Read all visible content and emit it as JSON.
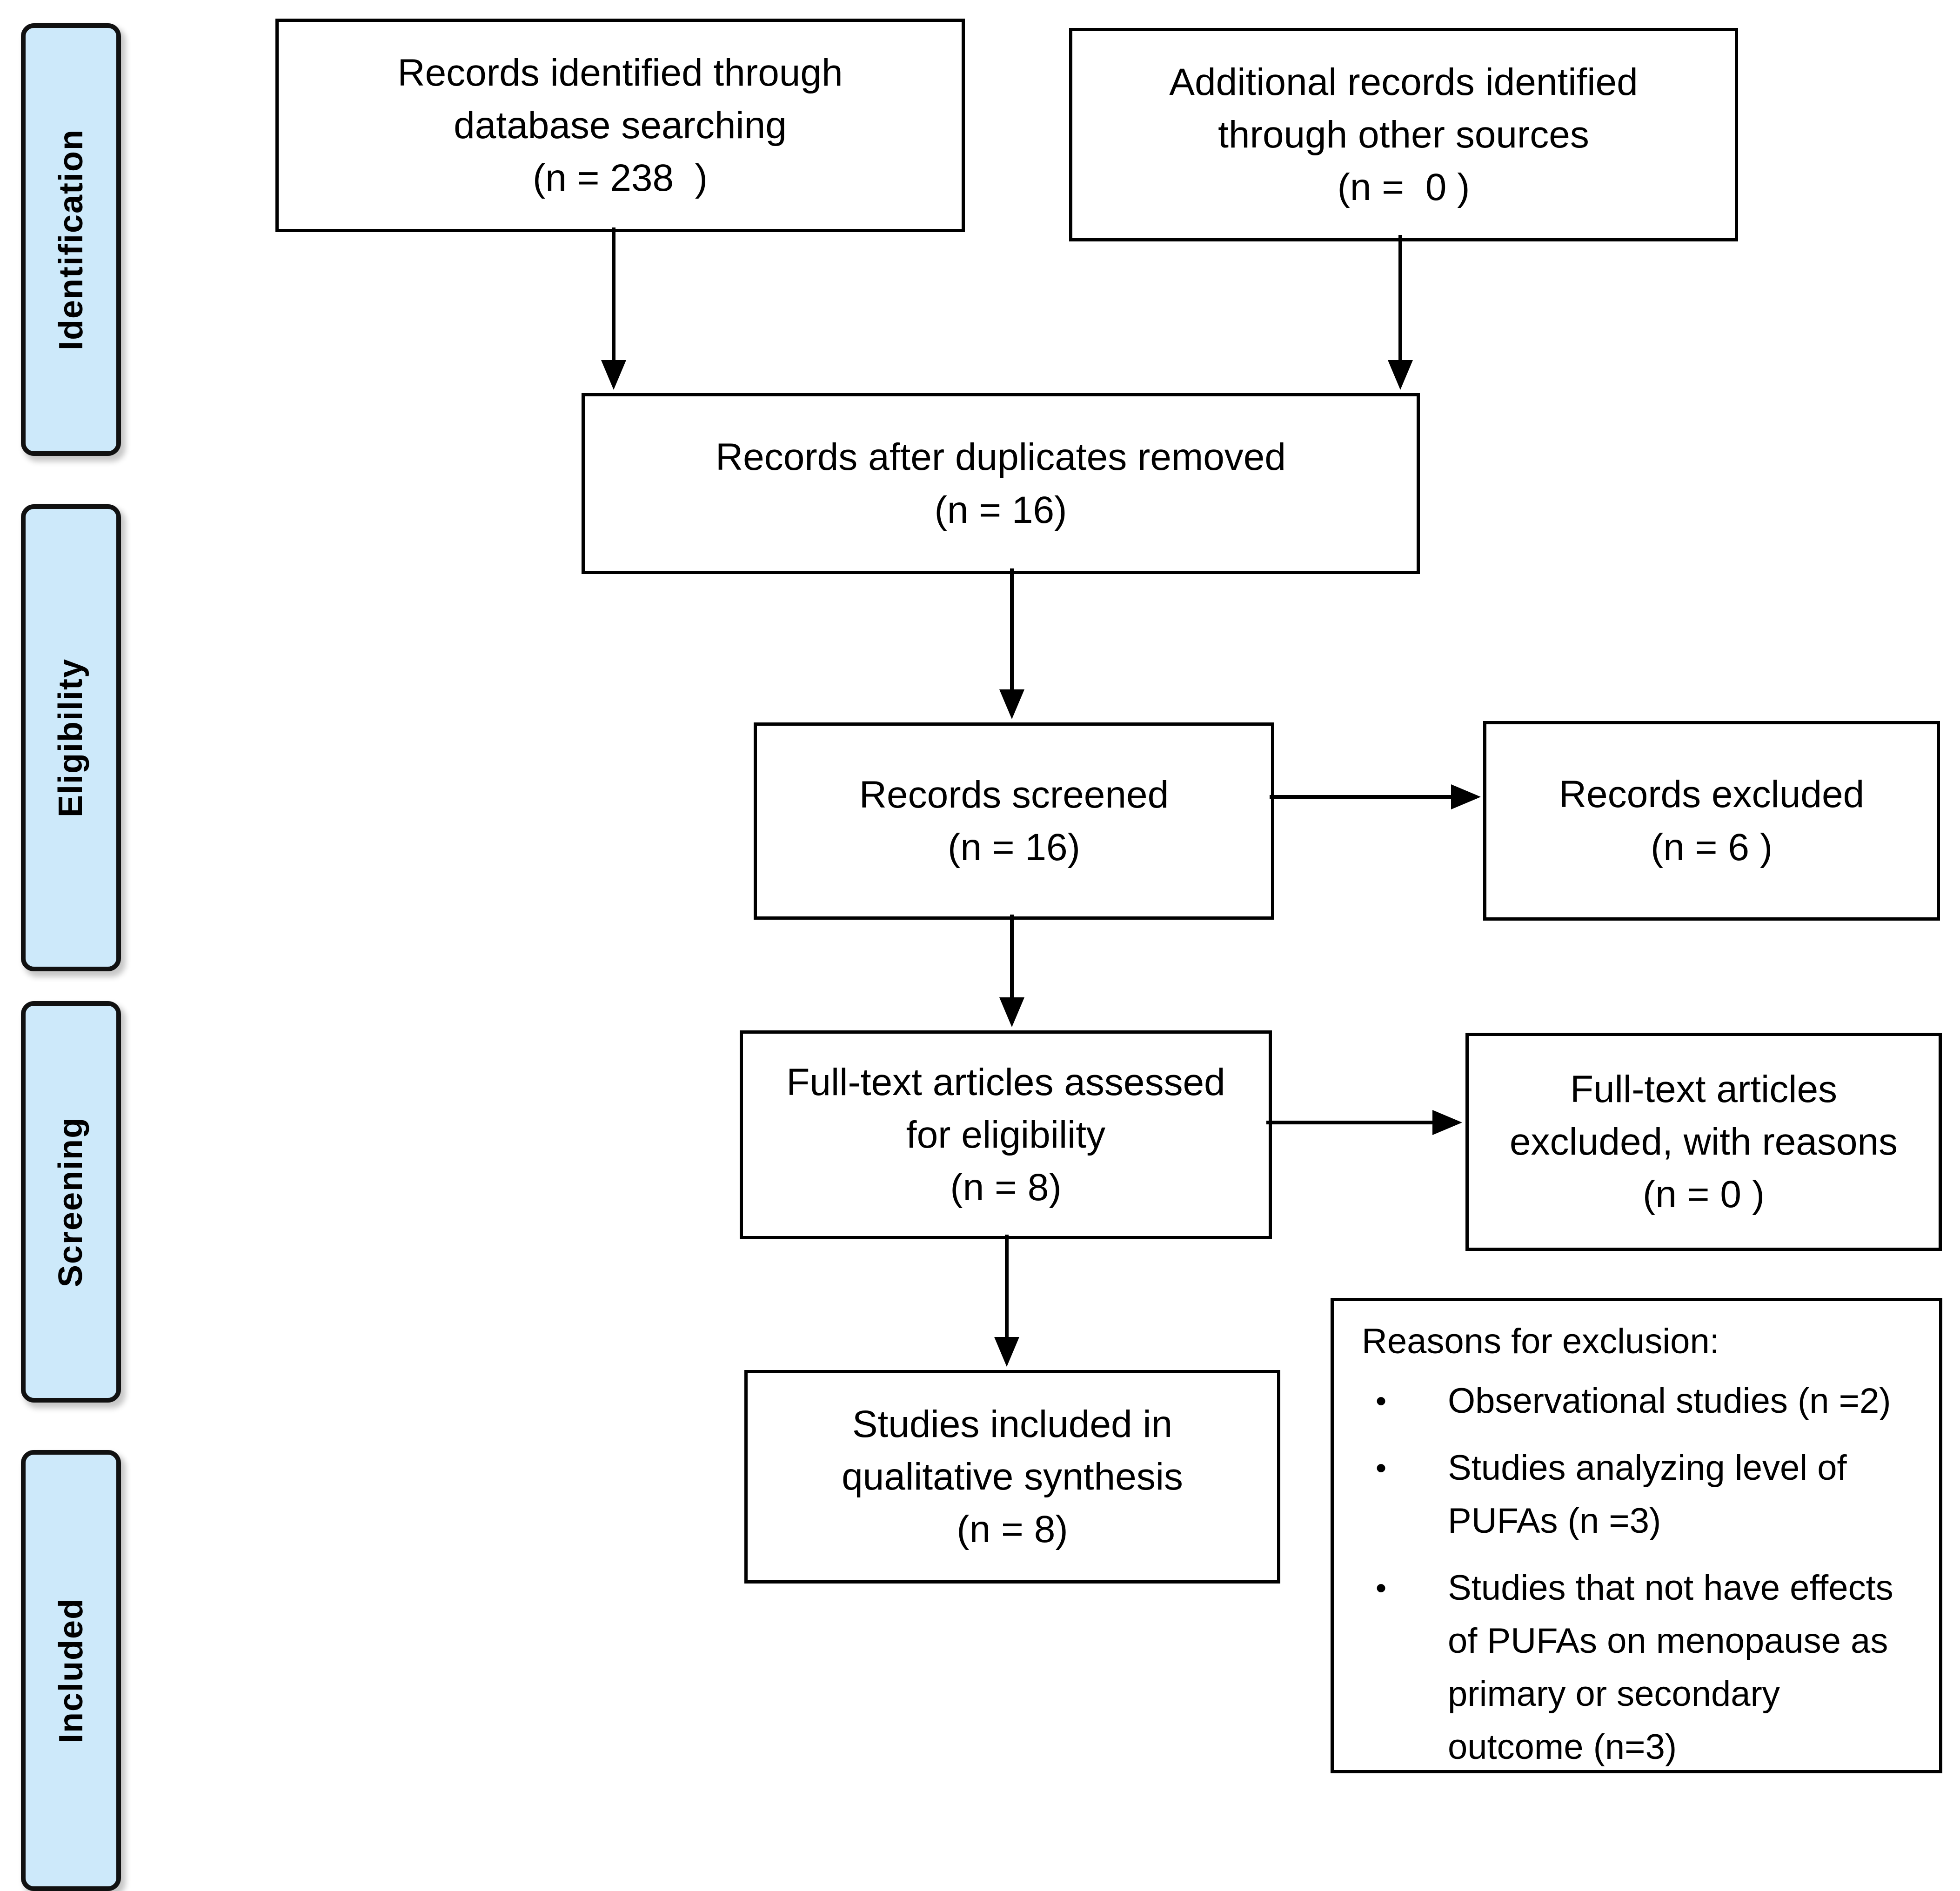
{
  "sidebar": {
    "fill_color": "#cde9fa",
    "border_color": "#111111",
    "shadow_color": "#c7c7c7",
    "items": [
      {
        "label": "Identification"
      },
      {
        "label": "Eligibility"
      },
      {
        "label": "Screening"
      },
      {
        "label": "Included"
      }
    ]
  },
  "boxes": {
    "identified": {
      "lines": [
        "Records identified through",
        "database searching",
        "(n = 238  )"
      ]
    },
    "additional": {
      "lines": [
        "Additional records identified",
        "through other sources",
        "(n =  0 )"
      ]
    },
    "duplicates": {
      "lines": [
        "Records after duplicates removed",
        "(n = 16)"
      ]
    },
    "screened": {
      "lines": [
        "Records screened",
        "(n = 16)"
      ]
    },
    "excluded": {
      "lines": [
        "Records excluded",
        "(n = 6 )"
      ]
    },
    "fulltext": {
      "lines": [
        "Full-text articles assessed",
        "for eligibility",
        "(n = 8)"
      ]
    },
    "fulltext_excluded": {
      "lines": [
        "Full-text articles",
        "excluded, with reasons",
        "(n = 0 )"
      ]
    },
    "included_studies": {
      "lines": [
        "Studies included in",
        "qualitative synthesis",
        "(n = 8)"
      ]
    },
    "reasons": {
      "title": "Reasons for exclusion:",
      "bullet_glyph": "•",
      "items": [
        {
          "lines": [
            "Observational studies (n =2)"
          ]
        },
        {
          "lines": [
            "Studies analyzing level of",
            "PUFAs (n =3)"
          ]
        },
        {
          "lines": [
            "Studies that not have effects",
            "of PUFAs on menopause as",
            "primary or secondary",
            "outcome (n=3)"
          ]
        }
      ]
    }
  },
  "colors": {
    "box_border": "#000000",
    "arrow": "#000000",
    "background": "#ffffff",
    "text": "#000000"
  }
}
